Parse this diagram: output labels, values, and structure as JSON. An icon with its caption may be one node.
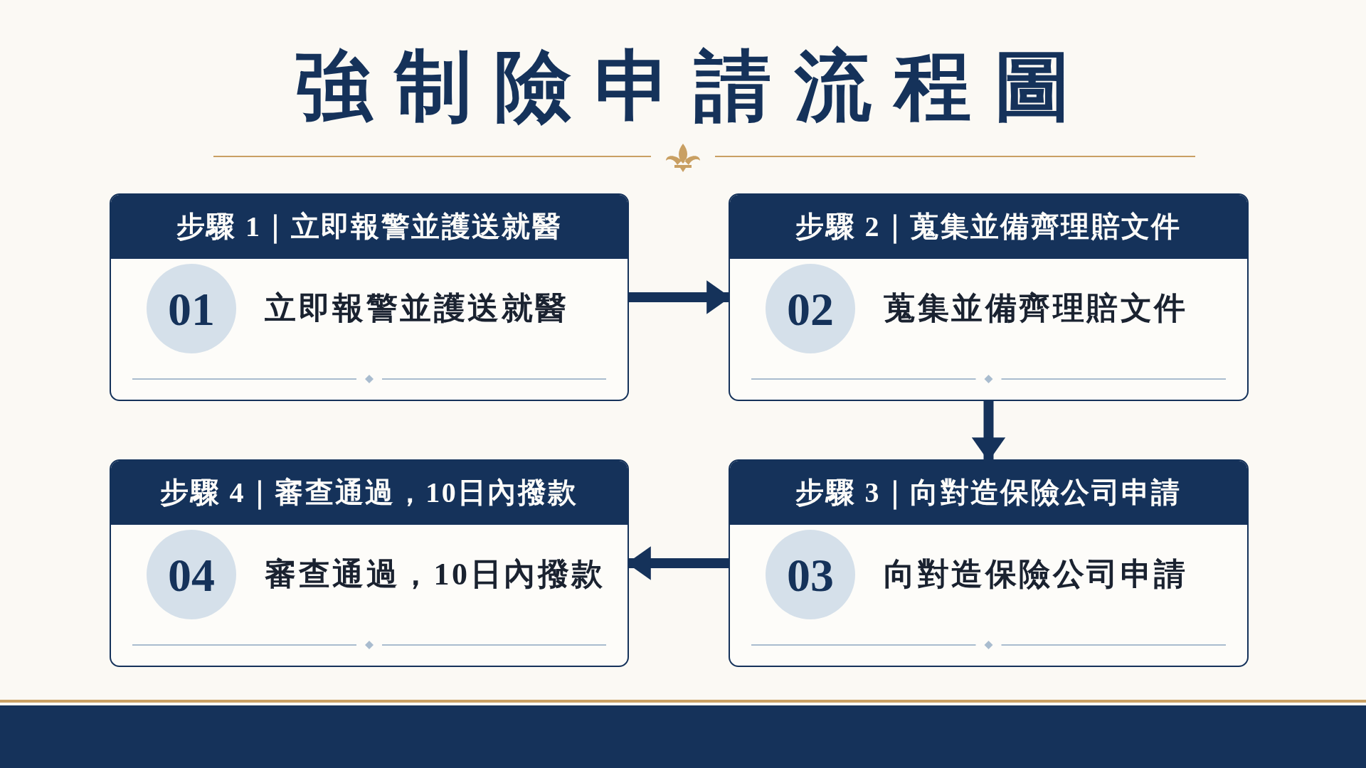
{
  "diagram": {
    "title": "強制險申請流程圖",
    "nodes": [
      {
        "text": [
          "步驟 1｜立即報警並護送就醫",
          "01",
          "立即報警並護送就醫"
        ]
      },
      {
        "text": [
          "步驟 2｜蒐集並備齊理賠文件",
          "02",
          "蒐集並備齊理賠文件"
        ]
      },
      {
        "text": [
          "步驟 3｜向對造保險公司申請",
          "03",
          "向對造保險公司申請"
        ]
      },
      {
        "text": [
          "步驟 4｜審查通過，10日內撥款",
          "04",
          "審查通過，10日內撥款"
        ]
      }
    ],
    "edges": [
      {
        "from": 0,
        "to": 1,
        "arrow": "to"
      },
      {
        "from": 1,
        "to": 2,
        "arrow": "to"
      },
      {
        "from": 2,
        "to": 3,
        "arrow": "to"
      }
    ]
  }
}
